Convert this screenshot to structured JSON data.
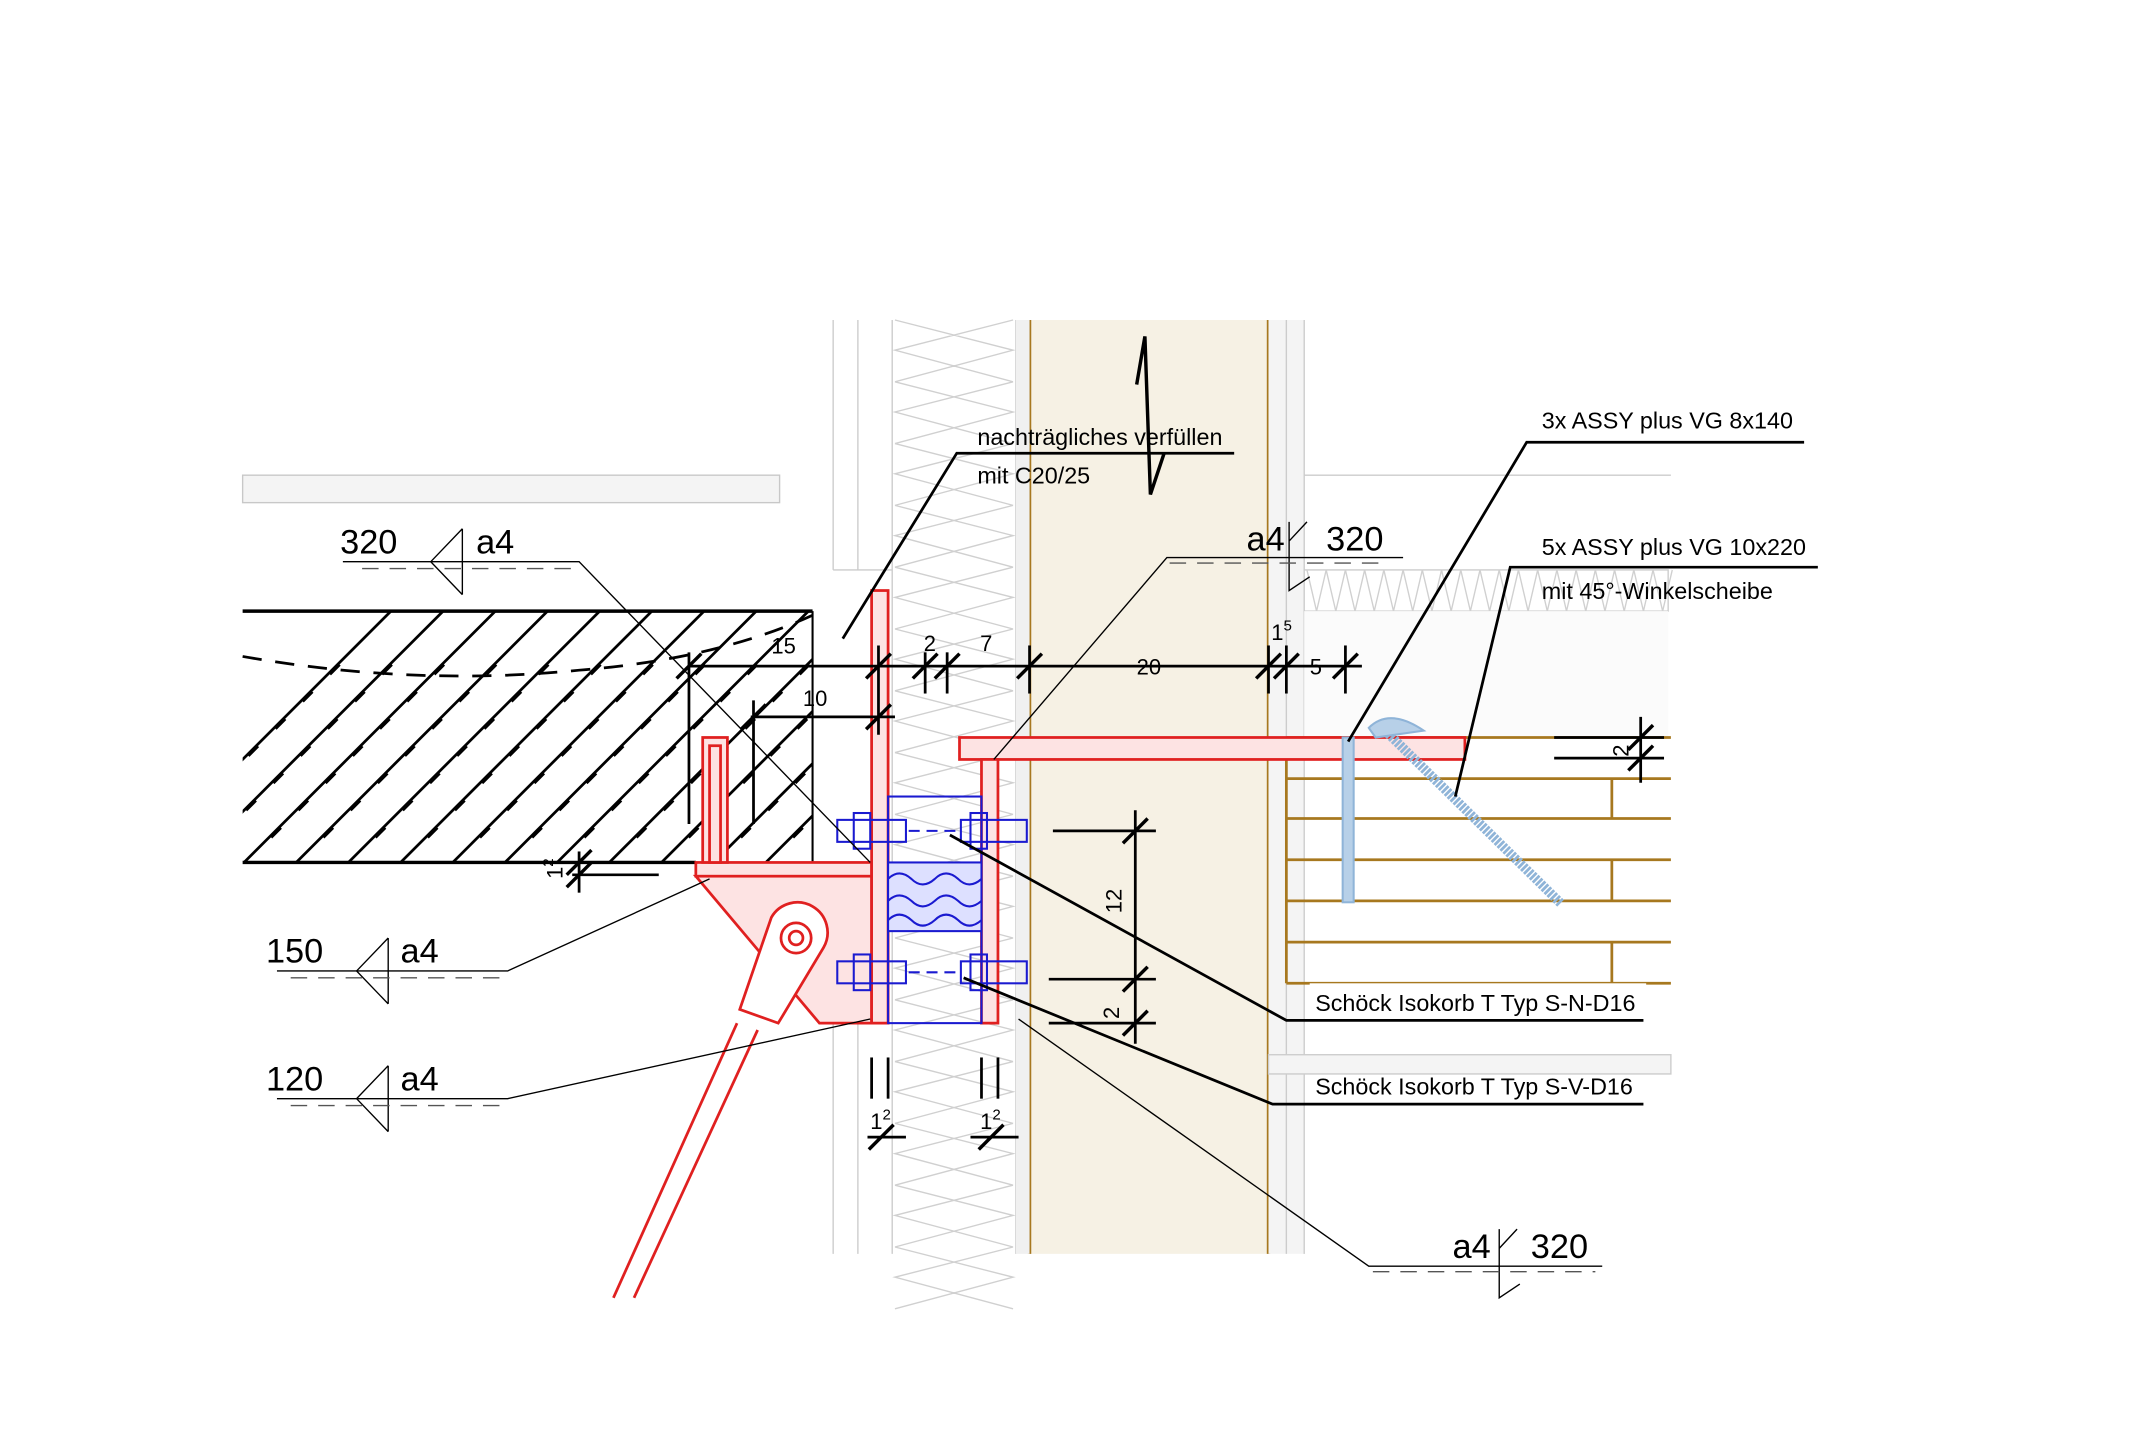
{
  "colors": {
    "steel_stroke": "#e02020",
    "steel_fill": "#fde3e3",
    "isokorb": "#1a1ad0",
    "timber": "#a7781f",
    "wall_core": "#f6f1e4",
    "screw": "#8fb4d8",
    "insulation": "#c8c8c8"
  },
  "labels": {
    "fill_note_1": "nachträgliches verfüllen",
    "fill_note_2": "mit C20/25",
    "screw_1": "3x ASSY plus VG 8x140",
    "screw_2_line1": "5x ASSY plus VG 10x220",
    "screw_2_line2": "mit 45°-Winkelscheibe",
    "isokorb_n": "Schöck Isokorb T Typ S-N-D16",
    "isokorb_v": "Schöck Isokorb T Typ S-V-D16"
  },
  "welds": [
    {
      "length": "320",
      "throat": "a4"
    },
    {
      "length": "150",
      "throat": "a4"
    },
    {
      "length": "120",
      "throat": "a4"
    },
    {
      "length": "320",
      "throat": "a4"
    },
    {
      "length": "320",
      "throat": "a4"
    }
  ],
  "dimensions": {
    "d15": "15",
    "d10": "10",
    "d2a": "2",
    "d7": "7",
    "d20": "20",
    "d1_5_base": "1",
    "d1_5_sup": "5",
    "d5": "5",
    "d12": "12",
    "d2b": "2",
    "d1_2a_base": "1",
    "d1_2a_sup": "2",
    "d1_2b_base": "1",
    "d1_2b_sup": "2",
    "d1_2c_base": "1",
    "d1_2c_sup": "2",
    "d2c": "2"
  }
}
